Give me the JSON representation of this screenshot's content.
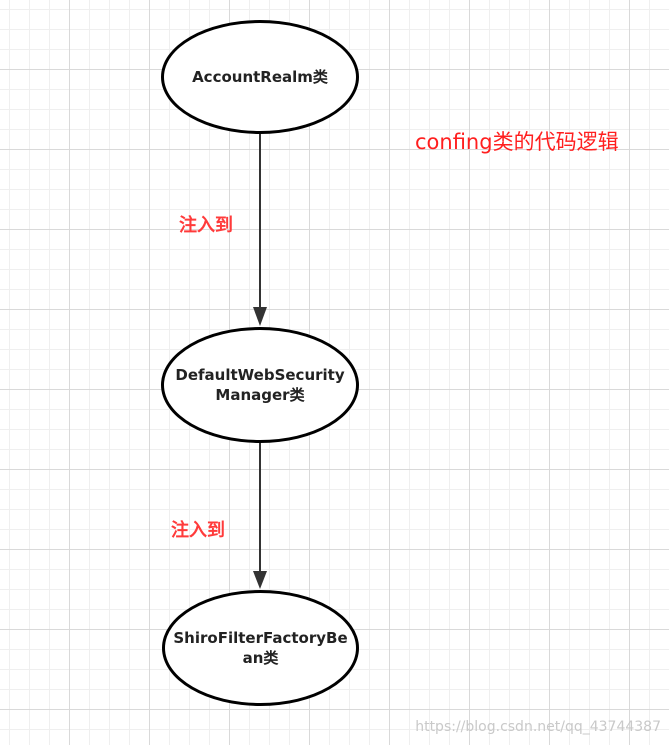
{
  "nodes": [
    {
      "lines": [
        "AccountRealm类"
      ]
    },
    {
      "lines": [
        "DefaultWebSecurity",
        "Manager类"
      ]
    },
    {
      "lines": [
        "ShiroFilterFactoryBe",
        "an类"
      ]
    }
  ],
  "edges": [
    {
      "label": "注入到"
    },
    {
      "label": "注入到"
    }
  ],
  "note": "confing类的代码逻辑",
  "watermark": "https://blog.csdn.net/qq_43744387",
  "colors": {
    "label_red": "#ff3b3b",
    "note_red": "#ff1f1f",
    "node_border": "#000000",
    "arrow": "#333333"
  }
}
